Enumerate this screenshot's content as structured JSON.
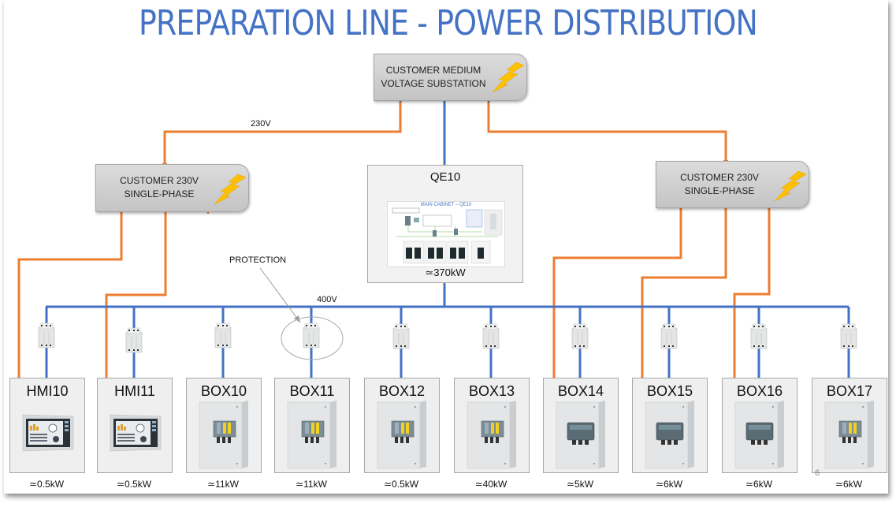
{
  "title": "PREPARATION LINE - POWER DISTRIBUTION",
  "colors": {
    "title": "#4472c4",
    "wire_400v": "#4472c4",
    "wire_230v": "#ed7d31",
    "bolt": "#ffc000"
  },
  "sources": {
    "substation": {
      "line1": "CUSTOMER MEDIUM",
      "line2": "VOLTAGE SUBSTATION",
      "icon": "lightning-icon"
    },
    "left_230v": {
      "line1": "CUSTOMER 230V",
      "line2": "SINGLE-PHASE",
      "icon": "lightning-icon"
    },
    "right_230v": {
      "line1": "CUSTOMER 230V",
      "line2": "SINGLE-PHASE",
      "icon": "lightning-icon"
    }
  },
  "main_cabinet": {
    "name": "QE10",
    "image_caption": "MAIN CABINET – QE10",
    "power": "≃370kW"
  },
  "labels": {
    "v230": "230V",
    "v400": "400V",
    "protection": "PROTECTION"
  },
  "loads": [
    {
      "name": "HMI10",
      "power": "≃0.5kW",
      "type": "hmi",
      "supply_230v": true
    },
    {
      "name": "HMI11",
      "power": "≃0.5kW",
      "type": "hmi",
      "supply_230v": true
    },
    {
      "name": "BOX10",
      "power": "≃11kW",
      "type": "plc",
      "supply_230v": false
    },
    {
      "name": "BOX11",
      "power": "≃11kW",
      "type": "plc",
      "supply_230v": false
    },
    {
      "name": "BOX12",
      "power": "≃0.5kW",
      "type": "plc",
      "supply_230v": false
    },
    {
      "name": "BOX13",
      "power": "≃40kW",
      "type": "plc",
      "supply_230v": false
    },
    {
      "name": "BOX14",
      "power": "≃5kW",
      "type": "drive",
      "supply_230v": true
    },
    {
      "name": "BOX15",
      "power": "≃6kW",
      "type": "drive",
      "supply_230v": true
    },
    {
      "name": "BOX16",
      "power": "≃6kW",
      "type": "drive",
      "supply_230v": true
    },
    {
      "name": "BOX17",
      "power": "≃6kW",
      "type": "plc",
      "supply_230v": false
    }
  ],
  "page_number": "6"
}
